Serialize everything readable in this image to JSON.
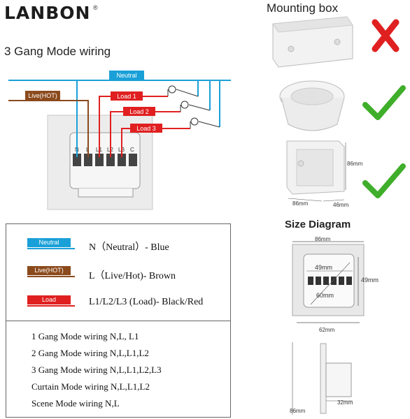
{
  "brand": {
    "name": "LANBON",
    "reg": "®"
  },
  "wiring": {
    "title": "3 Gang Mode wiring",
    "labels": {
      "neutral": "Neutral",
      "live": "Live(HOT)",
      "load1": "Load 1",
      "load2": "Load 2",
      "load3": "Load 3"
    },
    "terminals": [
      "N",
      "L",
      "L1",
      "L2",
      "L3",
      "C"
    ]
  },
  "legend": {
    "items": [
      {
        "tag": "Neutral",
        "text": "N（Neutral）- Blue",
        "color": "#1aa0d8"
      },
      {
        "tag": "Live(HOT)",
        "text": "L（Live/Hot)- Brown",
        "color": "#8b4a1c"
      },
      {
        "tag": "Load",
        "text": "L1/L2/L3 (Load)- Black/Red",
        "color": "#e02020"
      }
    ]
  },
  "modes": [
    "1 Gang Mode wiring N,L, L1",
    "2 Gang Mode wiring N,L,L1,L2",
    "3 Gang Mode wiring N,L,L1,L2,L3",
    "Curtain Mode wiring N,L,L1,L2",
    "Scene Mode wiring N,L"
  ],
  "mounting": {
    "title": "Mounting box",
    "boxes": [
      {
        "ok": false
      },
      {
        "ok": true
      },
      {
        "ok": true
      }
    ],
    "dims": {
      "height": "86mm",
      "width": "86mm",
      "depth": "46mm"
    }
  },
  "size": {
    "title": "Size Diagram",
    "top": "86mm",
    "inner": "49mm",
    "right": "49mm",
    "diag": "60mm",
    "bottom": "62mm",
    "side_height": "86mm",
    "side_depth": "32mm"
  },
  "colors": {
    "neutral": "#1aa0d8",
    "live": "#8b4a1c",
    "load": "#e02020",
    "ok": "#3fae2a",
    "bad": "#e02020"
  }
}
